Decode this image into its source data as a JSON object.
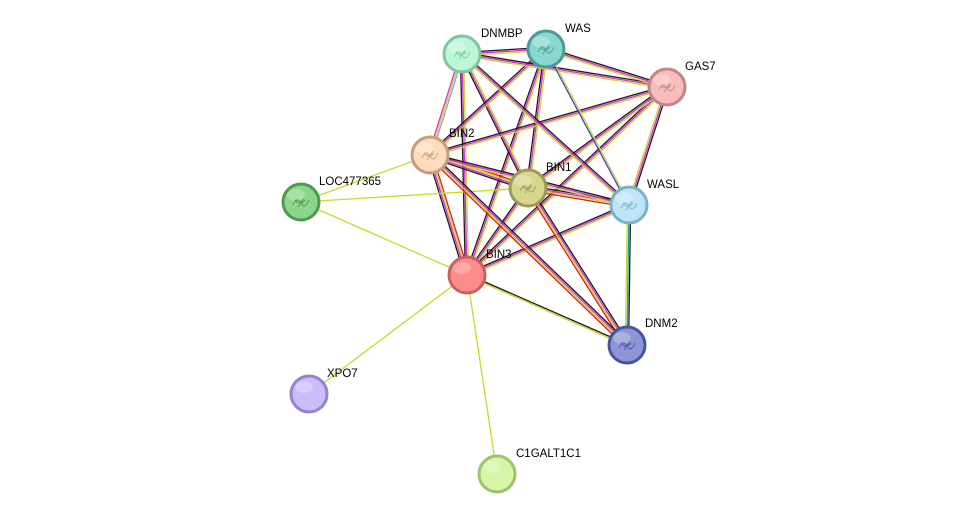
{
  "network": {
    "nodes": [
      {
        "id": "BIN3",
        "label": "BIN3",
        "color": "#ff8c8c",
        "stroke": "#cc5f5f",
        "structure": false
      },
      {
        "id": "BIN1",
        "label": "BIN1",
        "color": "#d6d68c",
        "stroke": "#9a9a5a",
        "structure": true
      },
      {
        "id": "BIN2",
        "label": "BIN2",
        "color": "#fcdcbc",
        "stroke": "#c49e7c",
        "structure": true
      },
      {
        "id": "DNMBP",
        "label": "DNMBP",
        "color": "#bdf5d9",
        "stroke": "#7ec5a0",
        "structure": true
      },
      {
        "id": "WAS",
        "label": "WAS",
        "color": "#8ad6d0",
        "stroke": "#4b9a95",
        "structure": true
      },
      {
        "id": "GAS7",
        "label": "GAS7",
        "color": "#f7bcbc",
        "stroke": "#c28585",
        "structure": true
      },
      {
        "id": "WASL",
        "label": "WASL",
        "color": "#bde5f7",
        "stroke": "#7cb2c9",
        "structure": true
      },
      {
        "id": "DNM2",
        "label": "DNM2",
        "color": "#8c96d6",
        "stroke": "#4c5499",
        "structure": true
      },
      {
        "id": "LOC477365",
        "label": "LOC477365",
        "color": "#8cd68c",
        "stroke": "#4f9a4f",
        "structure": true
      },
      {
        "id": "XPO7",
        "label": "XPO7",
        "color": "#ccbcfc",
        "stroke": "#9584c8",
        "structure": false
      },
      {
        "id": "C1GALT1C1",
        "label": "C1GALT1C1",
        "color": "#d6f5a6",
        "stroke": "#9cc46c",
        "structure": false
      }
    ],
    "edge_colors": [
      "#1a1a1a",
      "#d92bd9",
      "#c8d92b",
      "#3b3bd9",
      "#e01a1a",
      "#27a3a3",
      "#a89ad9"
    ],
    "edges": [
      {
        "a": "BIN3",
        "b": "BIN1",
        "c": [
          0,
          1,
          2
        ]
      },
      {
        "a": "BIN3",
        "b": "BIN2",
        "c": [
          0,
          1,
          2,
          4
        ]
      },
      {
        "a": "BIN3",
        "b": "DNMBP",
        "c": [
          0,
          1,
          2
        ]
      },
      {
        "a": "BIN3",
        "b": "WAS",
        "c": [
          0,
          1,
          2
        ]
      },
      {
        "a": "BIN3",
        "b": "GAS7",
        "c": [
          0,
          1,
          2
        ]
      },
      {
        "a": "BIN3",
        "b": "WASL",
        "c": [
          0,
          1,
          2
        ]
      },
      {
        "a": "BIN3",
        "b": "DNM2",
        "c": [
          0,
          2
        ]
      },
      {
        "a": "BIN3",
        "b": "LOC477365",
        "c": [
          2
        ]
      },
      {
        "a": "BIN3",
        "b": "XPO7",
        "c": [
          2
        ]
      },
      {
        "a": "BIN3",
        "b": "C1GALT1C1",
        "c": [
          2
        ]
      },
      {
        "a": "BIN1",
        "b": "BIN2",
        "c": [
          0,
          1,
          2,
          4
        ]
      },
      {
        "a": "BIN1",
        "b": "DNMBP",
        "c": [
          0,
          1,
          2
        ]
      },
      {
        "a": "BIN1",
        "b": "WAS",
        "c": [
          0,
          1,
          2
        ]
      },
      {
        "a": "BIN1",
        "b": "GAS7",
        "c": [
          0,
          1,
          2
        ]
      },
      {
        "a": "BIN1",
        "b": "WASL",
        "c": [
          0,
          1,
          2,
          4
        ]
      },
      {
        "a": "BIN1",
        "b": "DNM2",
        "c": [
          0,
          1,
          2,
          4
        ]
      },
      {
        "a": "BIN1",
        "b": "LOC477365",
        "c": [
          2
        ]
      },
      {
        "a": "BIN2",
        "b": "DNMBP",
        "c": [
          1,
          2,
          6
        ]
      },
      {
        "a": "BIN2",
        "b": "WAS",
        "c": [
          0,
          1,
          2
        ]
      },
      {
        "a": "BIN2",
        "b": "GAS7",
        "c": [
          0,
          1,
          2
        ]
      },
      {
        "a": "BIN2",
        "b": "WASL",
        "c": [
          0,
          1,
          2
        ]
      },
      {
        "a": "BIN2",
        "b": "DNM2",
        "c": [
          0,
          1,
          2,
          4
        ]
      },
      {
        "a": "BIN2",
        "b": "LOC477365",
        "c": [
          2
        ]
      },
      {
        "a": "DNMBP",
        "b": "WAS",
        "c": [
          0,
          1,
          2
        ]
      },
      {
        "a": "DNMBP",
        "b": "GAS7",
        "c": [
          0,
          1,
          2
        ]
      },
      {
        "a": "DNMBP",
        "b": "WASL",
        "c": [
          0,
          1,
          2
        ]
      },
      {
        "a": "WAS",
        "b": "GAS7",
        "c": [
          0,
          1,
          2
        ]
      },
      {
        "a": "WAS",
        "b": "WASL",
        "c": [
          2,
          3
        ]
      },
      {
        "a": "GAS7",
        "b": "WASL",
        "c": [
          0,
          1,
          2
        ]
      },
      {
        "a": "WASL",
        "b": "DNM2",
        "c": [
          0,
          5,
          2
        ]
      }
    ]
  }
}
